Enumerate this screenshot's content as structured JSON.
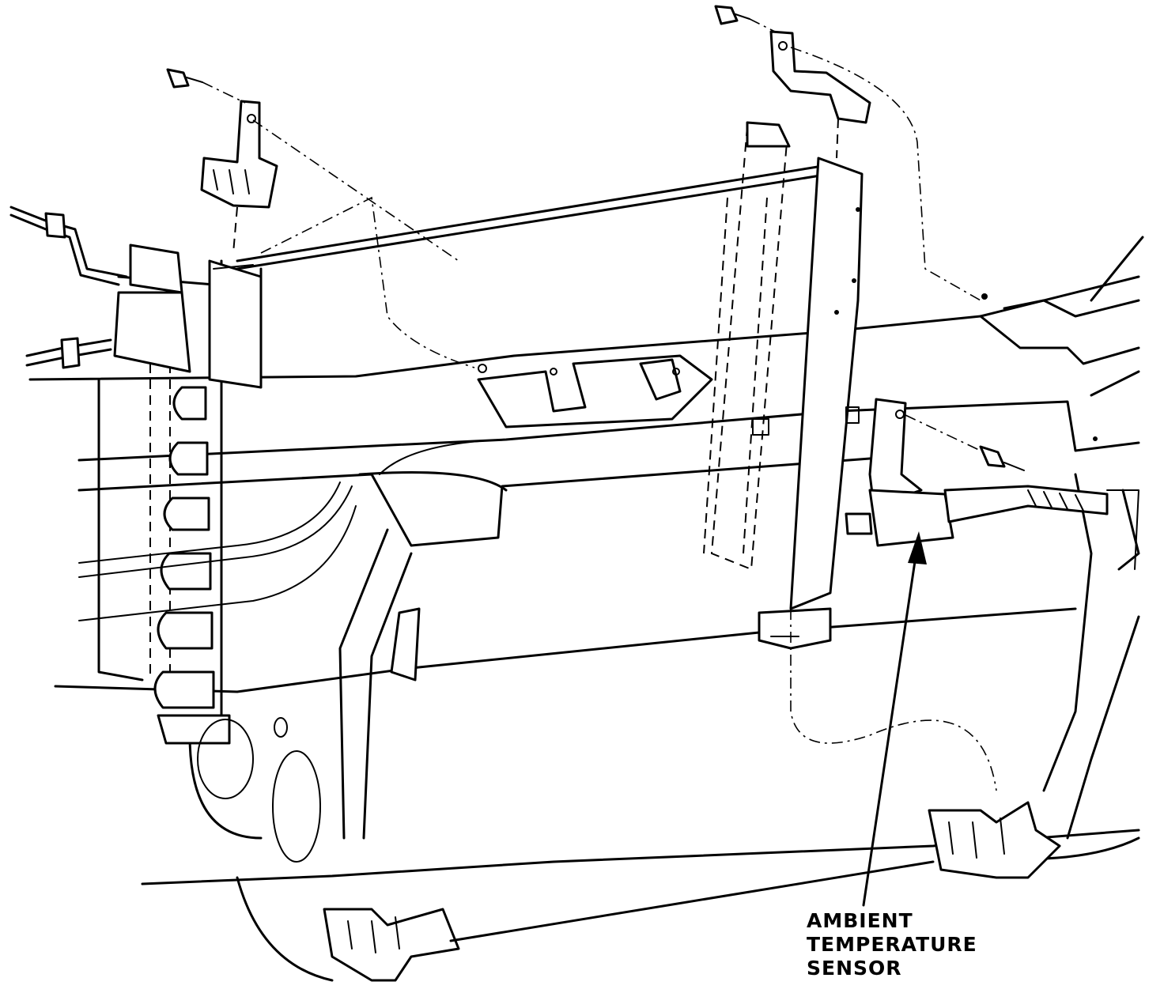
{
  "callout": {
    "lines": [
      "AMBIENT",
      "TEMPERATURE",
      "SENSOR"
    ]
  },
  "colors": {
    "ink": "#000000",
    "paper": "#ffffff"
  }
}
